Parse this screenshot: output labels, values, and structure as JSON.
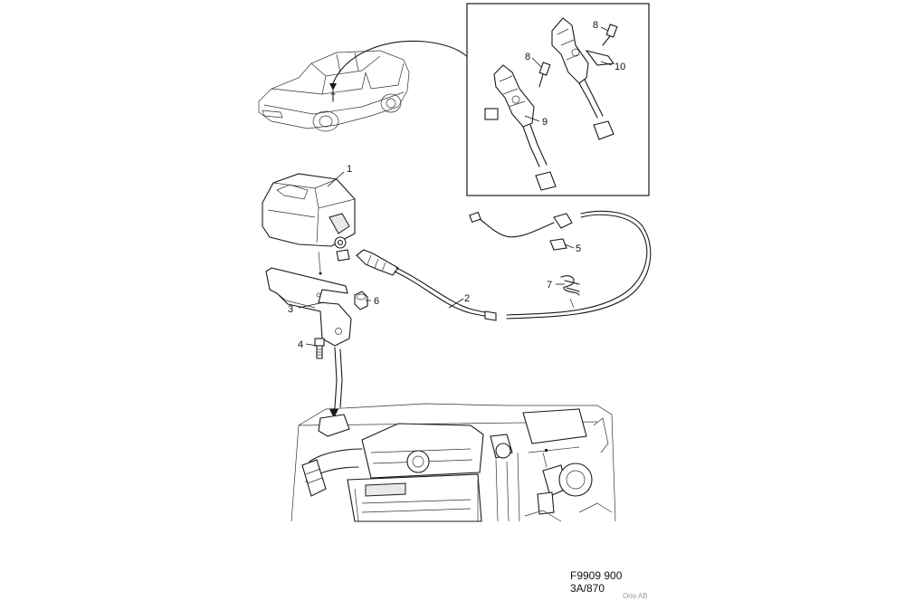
{
  "callouts": [
    {
      "id": "c1",
      "label": "1"
    },
    {
      "id": "c2",
      "label": "2"
    },
    {
      "id": "c3",
      "label": "3"
    },
    {
      "id": "c4",
      "label": "4"
    },
    {
      "id": "c5",
      "label": "5"
    },
    {
      "id": "c6",
      "label": "6"
    },
    {
      "id": "c7",
      "label": "7"
    },
    {
      "id": "c8a",
      "label": "8"
    },
    {
      "id": "c8b",
      "label": "8"
    },
    {
      "id": "c9",
      "label": "9"
    },
    {
      "id": "c10",
      "label": "10"
    }
  ],
  "footer": {
    "figure_code": "F9909 900",
    "ref_code": "3A/870",
    "copyright": "Orio AB"
  }
}
